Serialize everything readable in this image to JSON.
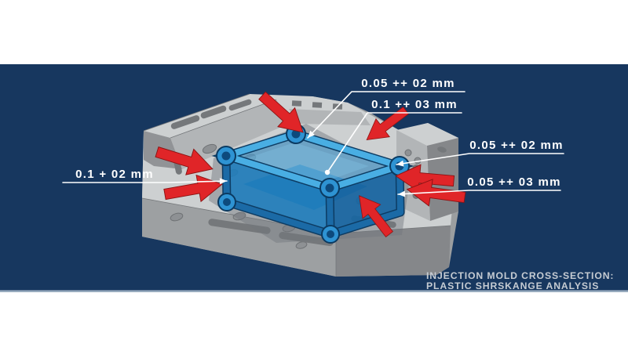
{
  "page": {
    "background": "#ffffff"
  },
  "panel": {
    "background": "#17375f",
    "bottom_line_color": "#9fb2c4"
  },
  "labels": {
    "top_outer": "0.05 ++ 02 mm",
    "top_inner": "0.1 ++ 03 mm",
    "right_upper": "0.05 ++ 02 mm",
    "right_lower": "0.05 ++ 03 mm",
    "left": "0.1 + 02 mm"
  },
  "caption": {
    "line1": "INJECTION MOLD CROSS-SECTION:",
    "line2": "PLASTIC SHRSKANGE ANALYSIS"
  },
  "colors": {
    "arrow_red": "#e02528",
    "mold_gray": "#b9bbbd",
    "plastic_blue": "#2e93d3",
    "label_text": "#ffffff",
    "caption_text": "#c6ccd3"
  }
}
